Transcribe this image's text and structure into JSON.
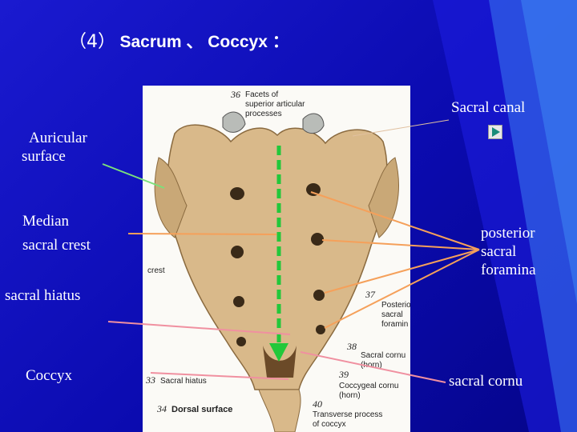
{
  "title": {
    "number": "（4）",
    "text": "Sacrum 、 Coccyx ："
  },
  "labels": {
    "sacral_canal": "Sacral canal",
    "auricular_surface_1": "Auricular",
    "auricular_surface_2": "surface",
    "median_crest_1": "Median",
    "median_crest_2": "sacral crest",
    "posterior_foramina_1": "posterior",
    "posterior_foramina_2": "sacral",
    "posterior_foramina_3": "foramina",
    "sacral_hiatus": "sacral hiatus",
    "coccyx": "Coccyx",
    "sacral_cornu": "sacral cornu"
  },
  "figure": {
    "n36": "36",
    "facets_1": "Facets of",
    "facets_2": "superior articular",
    "facets_3": "processes",
    "crest": "crest",
    "n37": "37",
    "posterior_1": "Posterio",
    "posterior_2": "sacral",
    "posterior_3": "foramin",
    "n38": "38",
    "cornu_1": "Sacral cornu",
    "cornu_2": "(horn)",
    "n33": "33",
    "hiatus": "Sacral hiatus",
    "n39": "39",
    "coccygeal_1": "Coccygeal cornu",
    "coccygeal_2": "(horn)",
    "n34": "34",
    "dorsal": "Dorsal surface",
    "n40": "40",
    "transverse_1": "Transverse process",
    "transverse_2": "of coccyx"
  },
  "colors": {
    "background": "#1010c8",
    "bone": "#d9b98a",
    "green_arrow": "#22c83a",
    "orange_line": "#f5a05a",
    "pink_line": "#f090a0",
    "light_green_line": "#7be07b"
  },
  "icons": {
    "play": "play-icon"
  }
}
